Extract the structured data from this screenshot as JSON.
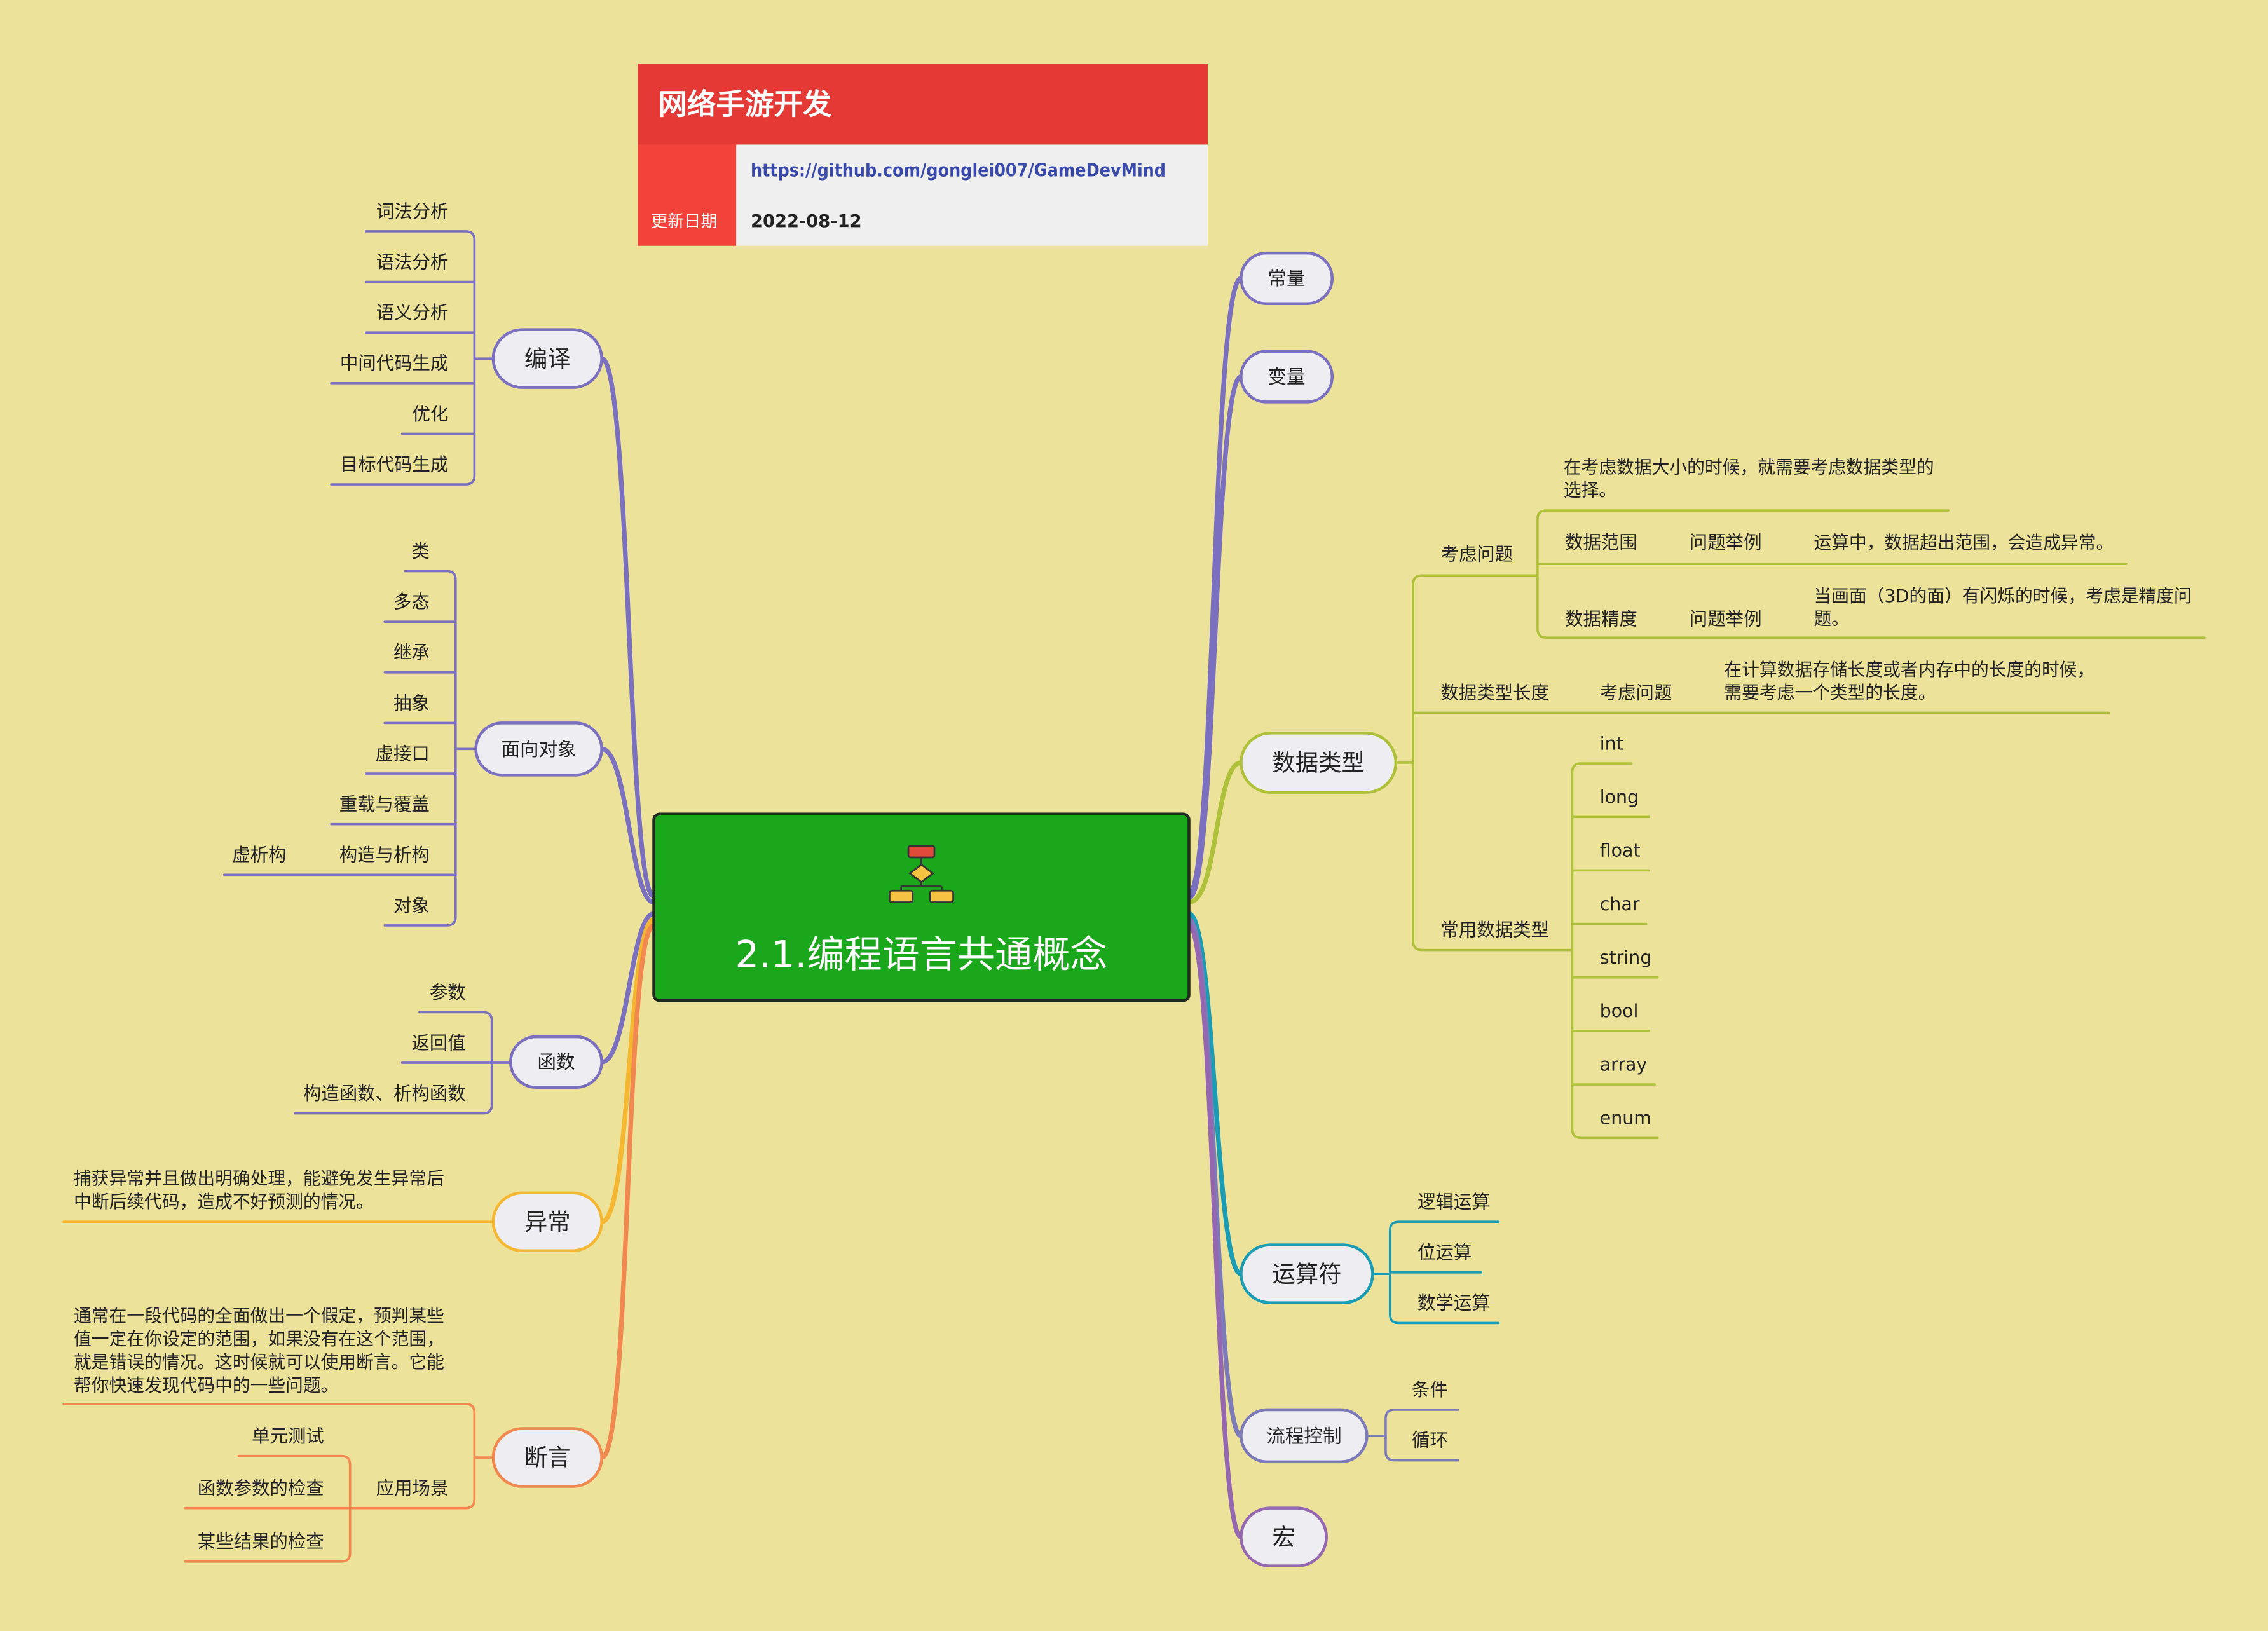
{
  "header": {
    "title": "网络手游开发",
    "link": "https://github.com/gonglei007/GameDevMind",
    "date_label": "更新日期",
    "date": "2022-08-12"
  },
  "central_topic": {
    "title": "2.1.编程语言共通概念",
    "icon": "org-chart-icon"
  },
  "colors": {
    "background": "#ECE29A",
    "header_red": "#E53935",
    "date_label_red": "#F2423A",
    "central_green": "#1BA71B",
    "purple": "#7B70C0",
    "orange": "#F5B731",
    "salmon": "#F0884F",
    "yellow_green": "#AFC13A",
    "teal": "#1A9CB5",
    "slate_purple": "#7C7AB8",
    "violet": "#9467B0"
  },
  "branches": {
    "compile": {
      "label": "编译",
      "children": [
        "词法分析",
        "语法分析",
        "语义分析",
        "中间代码生成",
        "优化",
        "目标代码生成"
      ]
    },
    "oop": {
      "label": "面向对象",
      "children": [
        {
          "label": "类"
        },
        {
          "label": "多态"
        },
        {
          "label": "继承"
        },
        {
          "label": "抽象"
        },
        {
          "label": "虚接口"
        },
        {
          "label": "重载与覆盖"
        },
        {
          "label": "构造与析构",
          "children": [
            "虚析构"
          ]
        },
        {
          "label": "对象"
        }
      ]
    },
    "function": {
      "label": "函数",
      "children": [
        "参数",
        "返回值",
        "构造函数、析构函数"
      ]
    },
    "exception": {
      "label": "异常",
      "note_lines": [
        "捕获异常并且做出明确处理，能避免发生异常后",
        "中断后续代码，造成不好预测的情况。"
      ]
    },
    "assertion": {
      "label": "断言",
      "note_lines": [
        "通常在一段代码的全面做出一个假定，预判某些",
        "值一定在你设定的范围，如果没有在这个范围，",
        "就是错误的情况。这时候就可以使用断言。它能",
        "帮你快速发现代码中的一些问题。"
      ],
      "usage": {
        "label": "应用场景",
        "children": [
          "单元测试",
          "函数参数的检查",
          "某些结果的检查"
        ]
      }
    },
    "constant": {
      "label": "常量"
    },
    "variable": {
      "label": "变量"
    },
    "data_types": {
      "label": "数据类型",
      "considerations": {
        "label": "考虑问题",
        "note_lines": [
          "在考虑数据大小的时候，就需要考虑数据类型的",
          "选择。"
        ],
        "children": [
          {
            "label": "数据范围",
            "example_label": "问题举例",
            "example_lines": [
              "运算中，数据超出范围，会造成异常。"
            ]
          },
          {
            "label": "数据精度",
            "example_label": "问题举例",
            "example_lines": [
              "当画面（3D的面）有闪烁的时候，考虑是精度问",
              "题。"
            ]
          }
        ]
      },
      "type_length": {
        "label": "数据类型长度",
        "consideration_label": "考虑问题",
        "note_lines": [
          "在计算数据存储长度或者内存中的长度的时候，",
          "需要考虑一个类型的长度。"
        ]
      },
      "common_types": {
        "label": "常用数据类型",
        "children": [
          "int",
          "long",
          "float",
          "char",
          "string",
          "bool",
          "array",
          "enum"
        ]
      }
    },
    "operators": {
      "label": "运算符",
      "children": [
        "逻辑运算",
        "位运算",
        "数学运算"
      ]
    },
    "flow_control": {
      "label": "流程控制",
      "children": [
        "条件",
        "循环"
      ]
    },
    "macro": {
      "label": "宏"
    }
  }
}
